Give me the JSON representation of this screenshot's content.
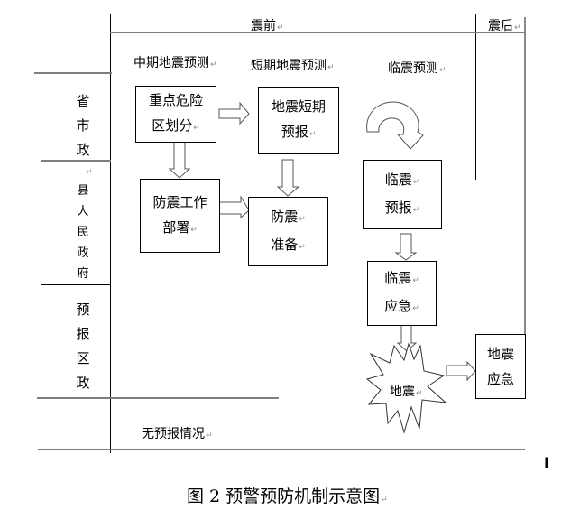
{
  "header": {
    "before_quake": "震前",
    "after_quake": "震后"
  },
  "phases": {
    "medium_term": "中期地震预测",
    "short_term": "短期地震预测",
    "imminent": "临震预测"
  },
  "rows": {
    "province_city_gov": [
      "省",
      "市",
      "政"
    ],
    "county_gov": [
      "县",
      "人",
      "民",
      "政",
      "府"
    ],
    "forecast_district_gov": [
      "预",
      "报",
      "区",
      "政"
    ],
    "no_forecast": "无预报情况"
  },
  "boxes": {
    "key_risk_zoning": [
      "重点危险",
      "区划分"
    ],
    "prevention_deployment": [
      "防震工作",
      "部署"
    ],
    "short_term_forecast": [
      "地震短期",
      "预报"
    ],
    "quake_preparation": [
      "防震",
      "准备"
    ],
    "imminent_forecast": [
      "临震",
      "预报"
    ],
    "imminent_response": [
      "临震",
      "应急"
    ],
    "earthquake": "地震",
    "quake_response": [
      "地震",
      "应急"
    ]
  },
  "caption": "图 2 预警预防机制示意图",
  "return_mark": "↵"
}
